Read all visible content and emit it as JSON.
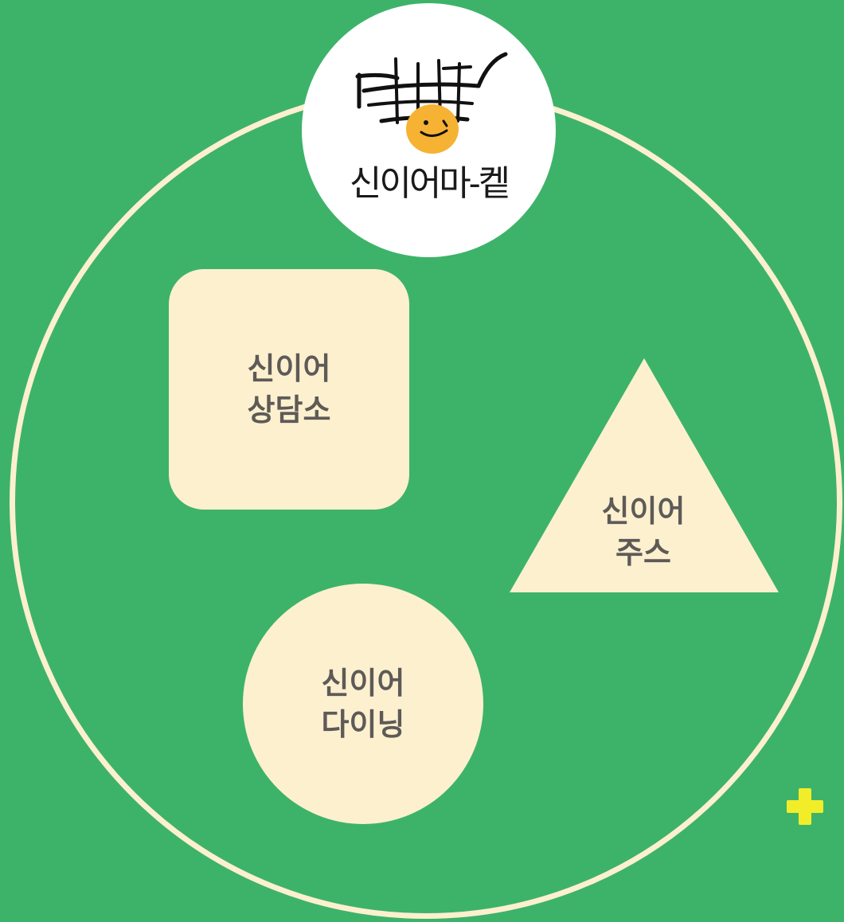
{
  "logo": {
    "text": "신이어마-켙",
    "icon": "shopping-cart-smiley-icon"
  },
  "shapes": {
    "counseling": {
      "line1": "신이어",
      "line2": "상담소"
    },
    "juice": {
      "line1": "신이어",
      "line2": "주스"
    },
    "dining": {
      "line1": "신이어",
      "line2": "다이닝"
    }
  },
  "decorations": {
    "plus_icon": "plus-icon"
  },
  "colors": {
    "background": "#3db36a",
    "ring": "#fdf0cf",
    "shape_fill": "#fdf0cf",
    "text": "#5d5a57",
    "accent_plus": "#f2ed29",
    "smiley": "#f6b233"
  }
}
